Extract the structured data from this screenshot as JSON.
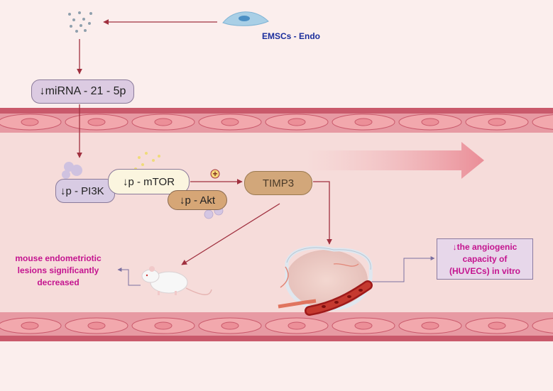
{
  "source_cell": {
    "label": "EMSCs - Endo"
  },
  "nodes": {
    "mirna": "↓miRNA - 21 - 5p",
    "pi3k": "↓p - PI3K",
    "mtor": "↓p - mTOR",
    "akt": "↓p - Akt",
    "timp3": "TIMP3",
    "plus": "+"
  },
  "outcomes": {
    "mouse": [
      "mouse endometriotic",
      "lesions significantly",
      "decreased"
    ],
    "huvec": [
      "↓the angiogenic",
      "capacity of",
      "(HUVECs) in vitro"
    ]
  },
  "icons": [
    "exosome-dots-icon",
    "endothelial-cell-icon",
    "blood-vessel-wall",
    "mouse-icon",
    "endometriotic-lesion-icon",
    "flow-arrow-icon"
  ],
  "colors": {
    "vessel_lumen": "#f6dcda",
    "vessel_wall": "#c9596b",
    "cell_fill": "#f2a8ad",
    "arrow": "#a0303f",
    "mirna_fill": "#dccbe2",
    "timp3_fill": "#d2a77a",
    "akt_fill": "#d6a676",
    "mtor_fill": "#fbf5df",
    "outcome_text": "#c4148f",
    "source_label": "#1a2d9c"
  }
}
